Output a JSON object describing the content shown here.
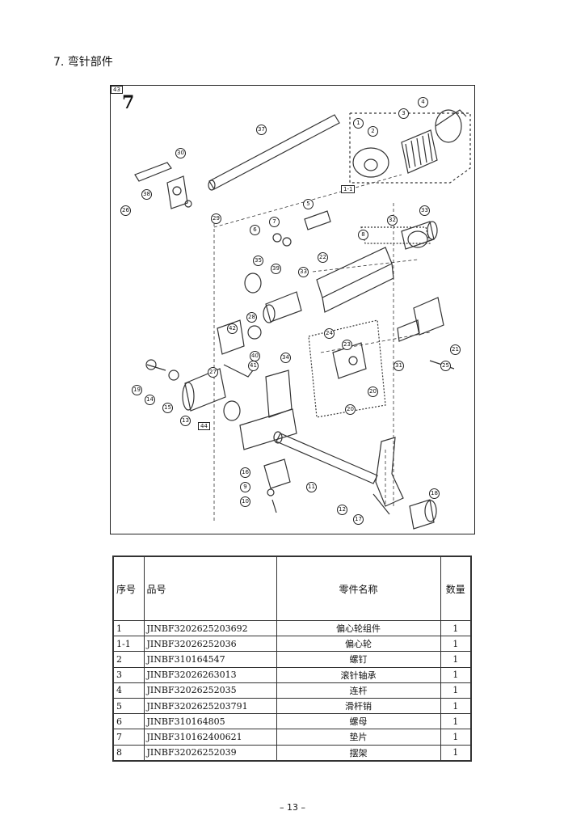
{
  "section": {
    "title": "7. 弯针部件"
  },
  "figure": {
    "number": "7",
    "callouts": [
      "1",
      "2",
      "3",
      "4",
      "1-1",
      "37",
      "30",
      "38",
      "26",
      "29",
      "5",
      "6",
      "7",
      "33",
      "32",
      "8",
      "22",
      "35",
      "39",
      "33",
      "28",
      "42",
      "40",
      "34",
      "27",
      "41",
      "24",
      "23",
      "21",
      "31",
      "25",
      "20",
      "20",
      "19",
      "14",
      "15",
      "13",
      "44",
      "16",
      "9",
      "10",
      "11",
      "12",
      "17",
      "18",
      "43"
    ]
  },
  "table": {
    "headers": {
      "no": "序号",
      "part_no": "品号",
      "name": "零件名称",
      "qty": "数量"
    },
    "rows": [
      {
        "no": "1",
        "part_no": "JINBF3202625203692",
        "name": "偏心轮组件",
        "qty": "1"
      },
      {
        "no": "1-1",
        "part_no": "JINBF32026252036",
        "name": "偏心轮",
        "qty": "1"
      },
      {
        "no": "2",
        "part_no": "JINBF310164547",
        "name": "螺钉",
        "qty": "1"
      },
      {
        "no": "3",
        "part_no": "JINBF32026263013",
        "name": "滚针轴承",
        "qty": "1"
      },
      {
        "no": "4",
        "part_no": "JINBF32026252035",
        "name": "连杆",
        "qty": "1"
      },
      {
        "no": "5",
        "part_no": "JINBF3202625203791",
        "name": "滑杆销",
        "qty": "1"
      },
      {
        "no": "6",
        "part_no": "JINBF310164805",
        "name": "螺母",
        "qty": "1"
      },
      {
        "no": "7",
        "part_no": "JINBF310162400621",
        "name": "垫片",
        "qty": "1"
      },
      {
        "no": "8",
        "part_no": "JINBF32026252039",
        "name": "摆架",
        "qty": "1"
      }
    ]
  },
  "footer": {
    "page": "– 13 –"
  }
}
